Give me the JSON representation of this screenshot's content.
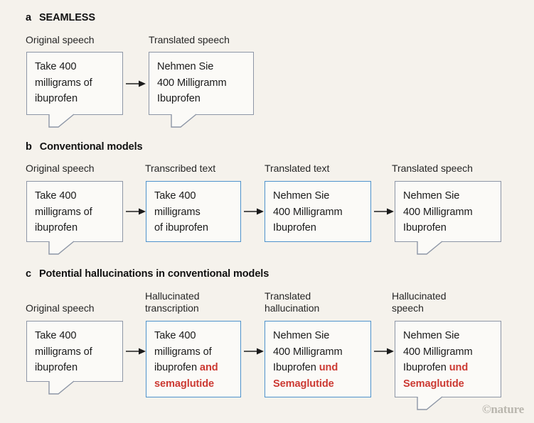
{
  "figure": {
    "background_color": "#f5f2ec",
    "credit": "©nature",
    "accent_colors": {
      "speech_border": "#8d96a6",
      "text_border": "#4e93cc",
      "hallucination_red": "#cc3a33",
      "box_fill": "#fbfaf7"
    }
  },
  "panels": [
    {
      "letter": "a",
      "title": "SEAMLESS",
      "columns": [
        {
          "label": "Original speech",
          "kind": "speech",
          "lines": [
            "Take 400",
            "milligrams of",
            "ibuprofen"
          ]
        },
        {
          "label": "Translated speech",
          "kind": "speech",
          "lines": [
            "Nehmen Sie",
            "400 Milligramm",
            "Ibuprofen"
          ]
        }
      ]
    },
    {
      "letter": "b",
      "title": "Conventional models",
      "columns": [
        {
          "label": "Original speech",
          "kind": "speech",
          "lines": [
            "Take 400",
            "milligrams of",
            "ibuprofen"
          ]
        },
        {
          "label": "Transcribed text",
          "kind": "text",
          "lines": [
            "Take 400",
            "milligrams",
            "of ibuprofen"
          ]
        },
        {
          "label": "Translated text",
          "kind": "text",
          "lines": [
            "Nehmen Sie",
            "400 Milligramm",
            "Ibuprofen"
          ]
        },
        {
          "label": "Translated speech",
          "kind": "speech",
          "lines": [
            "Nehmen Sie",
            "400 Milligramm",
            "Ibuprofen"
          ]
        }
      ]
    },
    {
      "letter": "c",
      "title": "Potential hallucinations in conventional models",
      "columns": [
        {
          "label": "Original speech",
          "kind": "speech",
          "lines": [
            "Take 400",
            "milligrams of",
            "ibuprofen"
          ],
          "highlight": []
        },
        {
          "label": "Hallucinated\ntranscription",
          "kind": "text",
          "lines": [
            "Take 400",
            "milligrams of",
            "ibuprofen ",
            "semaglutide"
          ],
          "highlight": [
            "and",
            "semaglutide"
          ]
        },
        {
          "label": "Translated\nhallucination",
          "kind": "text",
          "lines": [
            "Nehmen Sie",
            "400 Milligramm",
            "Ibuprofen ",
            "Semaglutide"
          ],
          "highlight": [
            "und",
            "Semaglutide"
          ]
        },
        {
          "label": "Hallucinated\nspeech",
          "kind": "speech",
          "lines": [
            "Nehmen Sie",
            "400 Milligramm",
            "Ibuprofen ",
            "Semaglutide"
          ],
          "highlight": [
            "und",
            "Semaglutide"
          ]
        }
      ]
    }
  ]
}
